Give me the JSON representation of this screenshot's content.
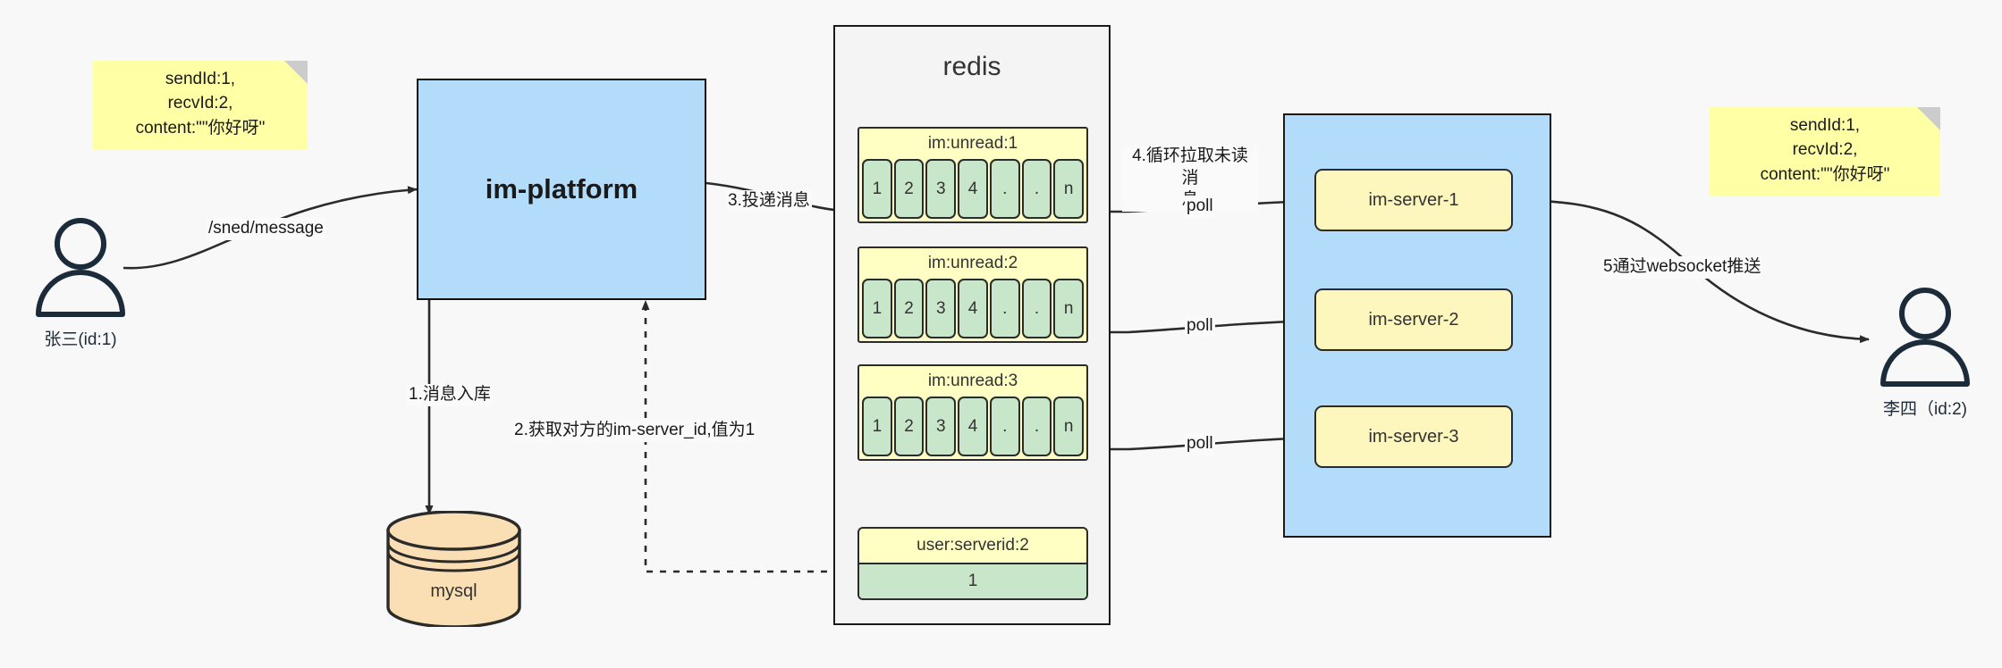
{
  "diagram": {
    "title": "IM message delivery architecture",
    "colors": {
      "sticky": "#ffffa6",
      "platform_fill": "#b3dcfb",
      "cluster_fill": "#b3dcfb",
      "redis_fill": "#f4f4f4",
      "key_header_fill": "#ffffc4",
      "cell_fill": "#c8e6c9",
      "server_fill": "#fdf6bd",
      "mysql_fill": "#fbdfb4",
      "stroke": "#1a1a1a",
      "actor": "#1c2b3a"
    }
  },
  "notes": {
    "left": "sendId:1,\nrecvId:2,\ncontent:\"\"你好呀\"",
    "right": "sendId:1,\nrecvId:2,\ncontent:\"\"你好呀\""
  },
  "actors": {
    "sender": {
      "name": "张三(id:1)",
      "icon": "user-icon"
    },
    "receiver": {
      "name": "李四（id:2)",
      "icon": "user-icon"
    }
  },
  "platform": {
    "label": "im-platform"
  },
  "database": {
    "label": "mysql",
    "icon": "database-cylinder-icon"
  },
  "redis": {
    "title": "redis",
    "keys": [
      {
        "name": "im:unread:1",
        "cells": [
          "1",
          "2",
          "3",
          "4",
          ".",
          ".",
          "n"
        ]
      },
      {
        "name": "im:unread:2",
        "cells": [
          "1",
          "2",
          "3",
          "4",
          ".",
          ".",
          "n"
        ]
      },
      {
        "name": "im:unread:3",
        "cells": [
          "1",
          "2",
          "3",
          "4",
          ".",
          ".",
          "n"
        ]
      }
    ],
    "serverid": {
      "name": "user:serverid:2",
      "value": "1"
    }
  },
  "cluster": {
    "servers": [
      {
        "label": "im-server-1"
      },
      {
        "label": "im-server-2"
      },
      {
        "label": "im-server-3"
      }
    ]
  },
  "edges": {
    "send_message": "/sned/message",
    "step1": "1.消息入库",
    "step2": "2.获取对方的im-server_id,值为1",
    "step3": "3.投递消息",
    "step4": "4.循环拉取未读消\n息",
    "step5": "5通过websocket推送",
    "poll1": "poll",
    "poll2": "poll",
    "poll3": "poll"
  }
}
